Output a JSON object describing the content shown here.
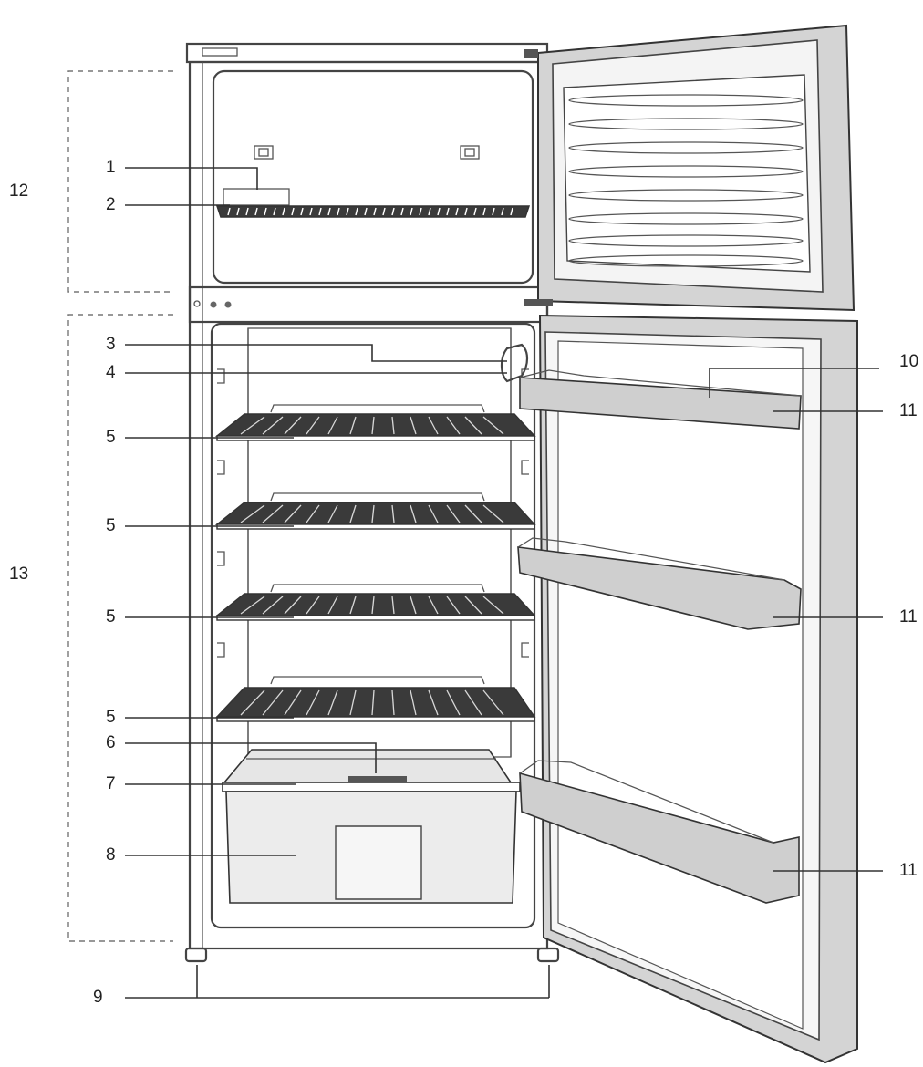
{
  "colors": {
    "line": "#444444",
    "door_bin_fill": "#cfcfcf",
    "crisper_fill": "#ececec",
    "shelf_fill": "#3a3a3a",
    "background": "#ffffff"
  },
  "callouts": [
    {
      "key": "c1",
      "label": "1"
    },
    {
      "key": "c2",
      "label": "2"
    },
    {
      "key": "c3",
      "label": "3"
    },
    {
      "key": "c4",
      "label": "4"
    },
    {
      "key": "c5a",
      "label": "5"
    },
    {
      "key": "c5b",
      "label": "5"
    },
    {
      "key": "c5c",
      "label": "5"
    },
    {
      "key": "c5d",
      "label": "5"
    },
    {
      "key": "c6",
      "label": "6"
    },
    {
      "key": "c7",
      "label": "7"
    },
    {
      "key": "c8",
      "label": "8"
    },
    {
      "key": "c9",
      "label": "9"
    },
    {
      "key": "c10",
      "label": "10"
    },
    {
      "key": "c11a",
      "label": "11"
    },
    {
      "key": "c11b",
      "label": "11"
    },
    {
      "key": "c11c",
      "label": "11"
    },
    {
      "key": "c12",
      "label": "12"
    },
    {
      "key": "c13",
      "label": "13"
    }
  ]
}
